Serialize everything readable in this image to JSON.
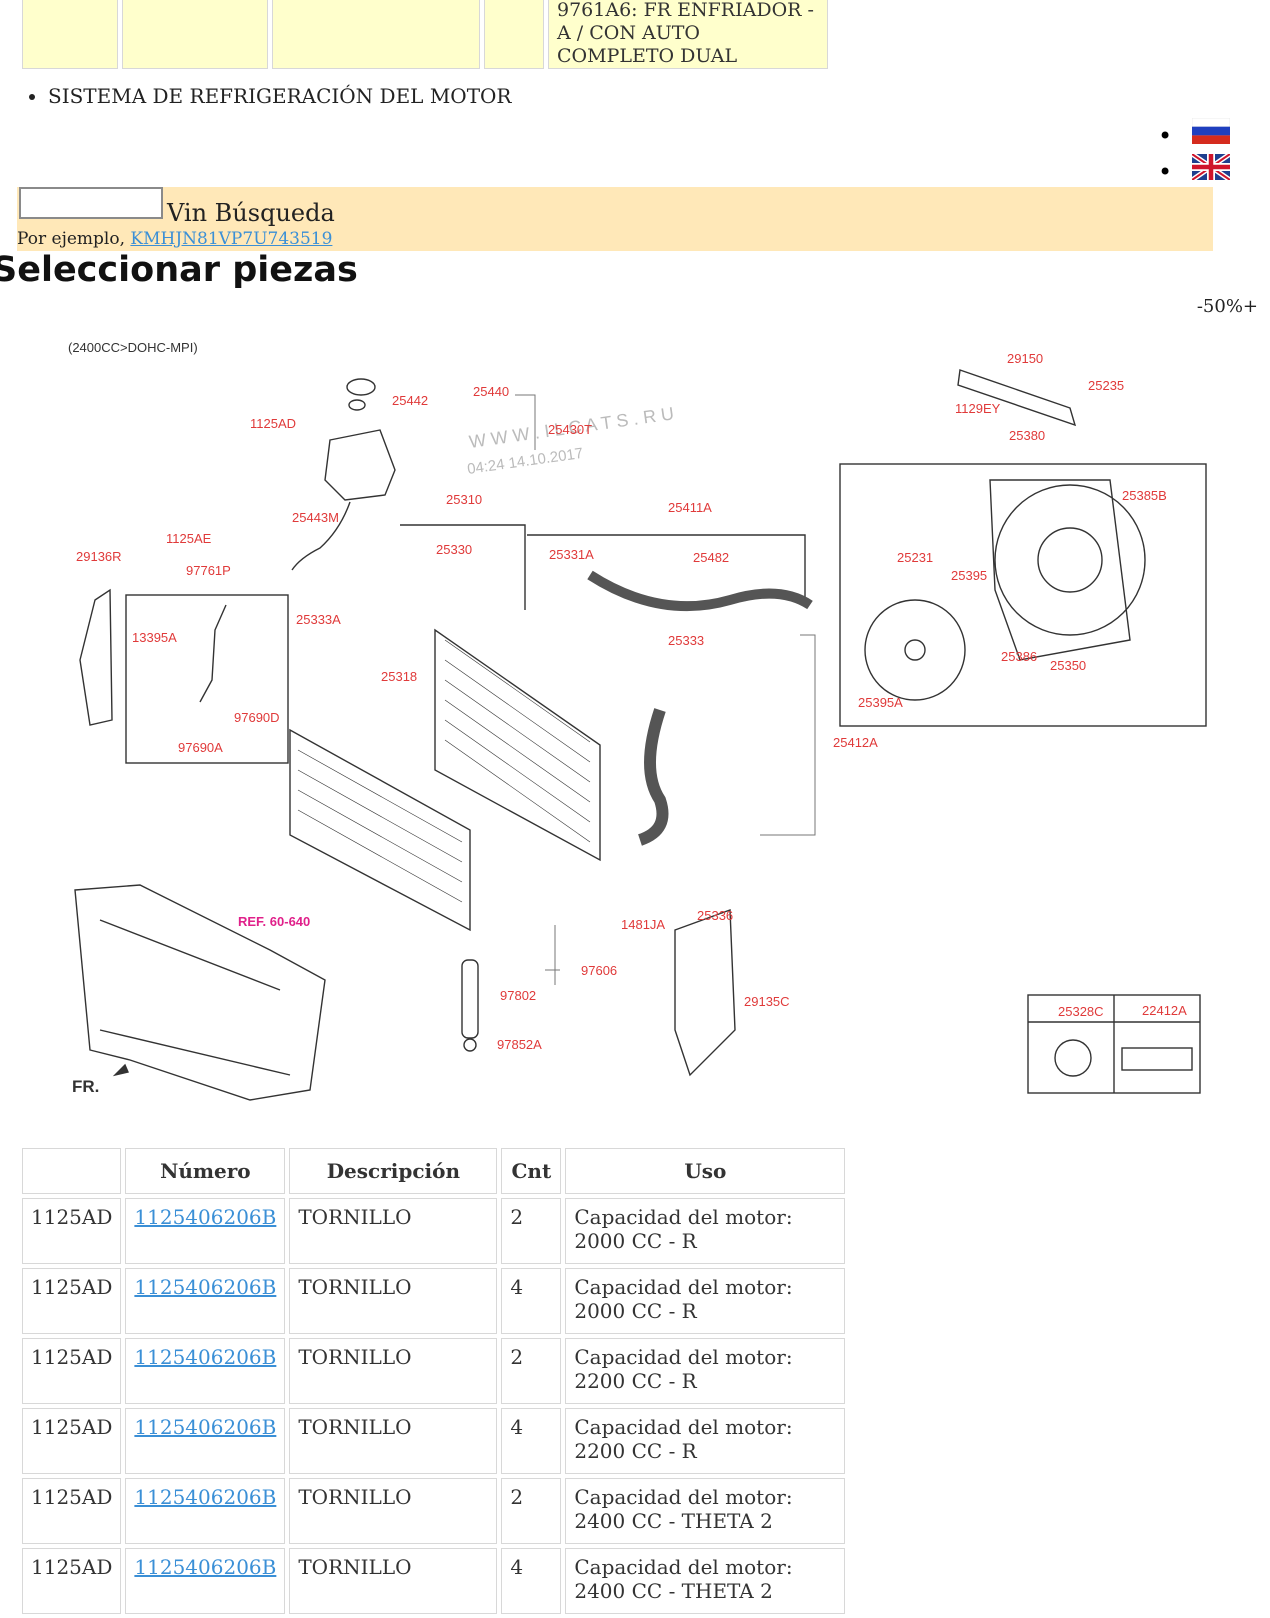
{
  "top_table": {
    "cells": [
      "",
      "",
      "",
      "",
      "9761A6: FR ENFRIADOR - A / CON AUTO COMPLETO DUAL"
    ]
  },
  "nav": {
    "items": [
      "SISTEMA DE REFRIGERACIÓN DEL MOTOR"
    ]
  },
  "languages": [
    {
      "name": "russian-flag",
      "colors": [
        "#ffffff",
        "#1f3fbf",
        "#d52b1e"
      ]
    },
    {
      "name": "uk-flag",
      "colors": [
        "#1f3f8f",
        "#ffffff",
        "#cf142b"
      ]
    }
  ],
  "vin_search": {
    "input_value": "",
    "label": "Vin Búsqueda",
    "example_prefix": "Por ejemplo,",
    "example_link": "KMHJN81VP7U743519"
  },
  "page_title": "Seleccionar piezas",
  "zoom_label": "-50%+",
  "diagram": {
    "engine_note": "(2400CC>DOHC-MPI)",
    "watermark": "W W W . I L C A T S . R U",
    "watermark_date": "04:24 14.10.2017",
    "labels": [
      "25440",
      "25442",
      "1125AD",
      "25430T",
      "25310",
      "25443M",
      "1125AE",
      "29136R",
      "97761P",
      "13395A",
      "97690D",
      "97690A",
      "25330",
      "25333A",
      "25318",
      "25411A",
      "25331A",
      "25482",
      "25333",
      "25412A",
      "29150",
      "25235",
      "1129EY",
      "25380",
      "25385B",
      "25231",
      "25395",
      "25386",
      "25350",
      "25395A",
      "25336",
      "1481JA",
      "97606",
      "97802",
      "97852A",
      "29135C",
      "REF. 60-640",
      "FR.",
      "25328C",
      "22412A"
    ]
  },
  "parts_table": {
    "headers": [
      "",
      "Número",
      "Descripción",
      "Cnt",
      "Uso"
    ],
    "rows": [
      {
        "code": "1125AD",
        "number": "1125406206B",
        "desc": "TORNILLO",
        "qty": "2",
        "use": "Capacidad del motor: 2000 CC - R"
      },
      {
        "code": "1125AD",
        "number": "1125406206B",
        "desc": "TORNILLO",
        "qty": "4",
        "use": "Capacidad del motor: 2000 CC - R"
      },
      {
        "code": "1125AD",
        "number": "1125406206B",
        "desc": "TORNILLO",
        "qty": "2",
        "use": "Capacidad del motor: 2200 CC - R"
      },
      {
        "code": "1125AD",
        "number": "1125406206B",
        "desc": "TORNILLO",
        "qty": "4",
        "use": "Capacidad del motor: 2200 CC - R"
      },
      {
        "code": "1125AD",
        "number": "1125406206B",
        "desc": "TORNILLO",
        "qty": "2",
        "use": "Capacidad del motor: 2400 CC - THETA 2"
      },
      {
        "code": "1125AD",
        "number": "1125406206B",
        "desc": "TORNILLO",
        "qty": "4",
        "use": "Capacidad del motor: 2400 CC - THETA 2"
      }
    ]
  }
}
